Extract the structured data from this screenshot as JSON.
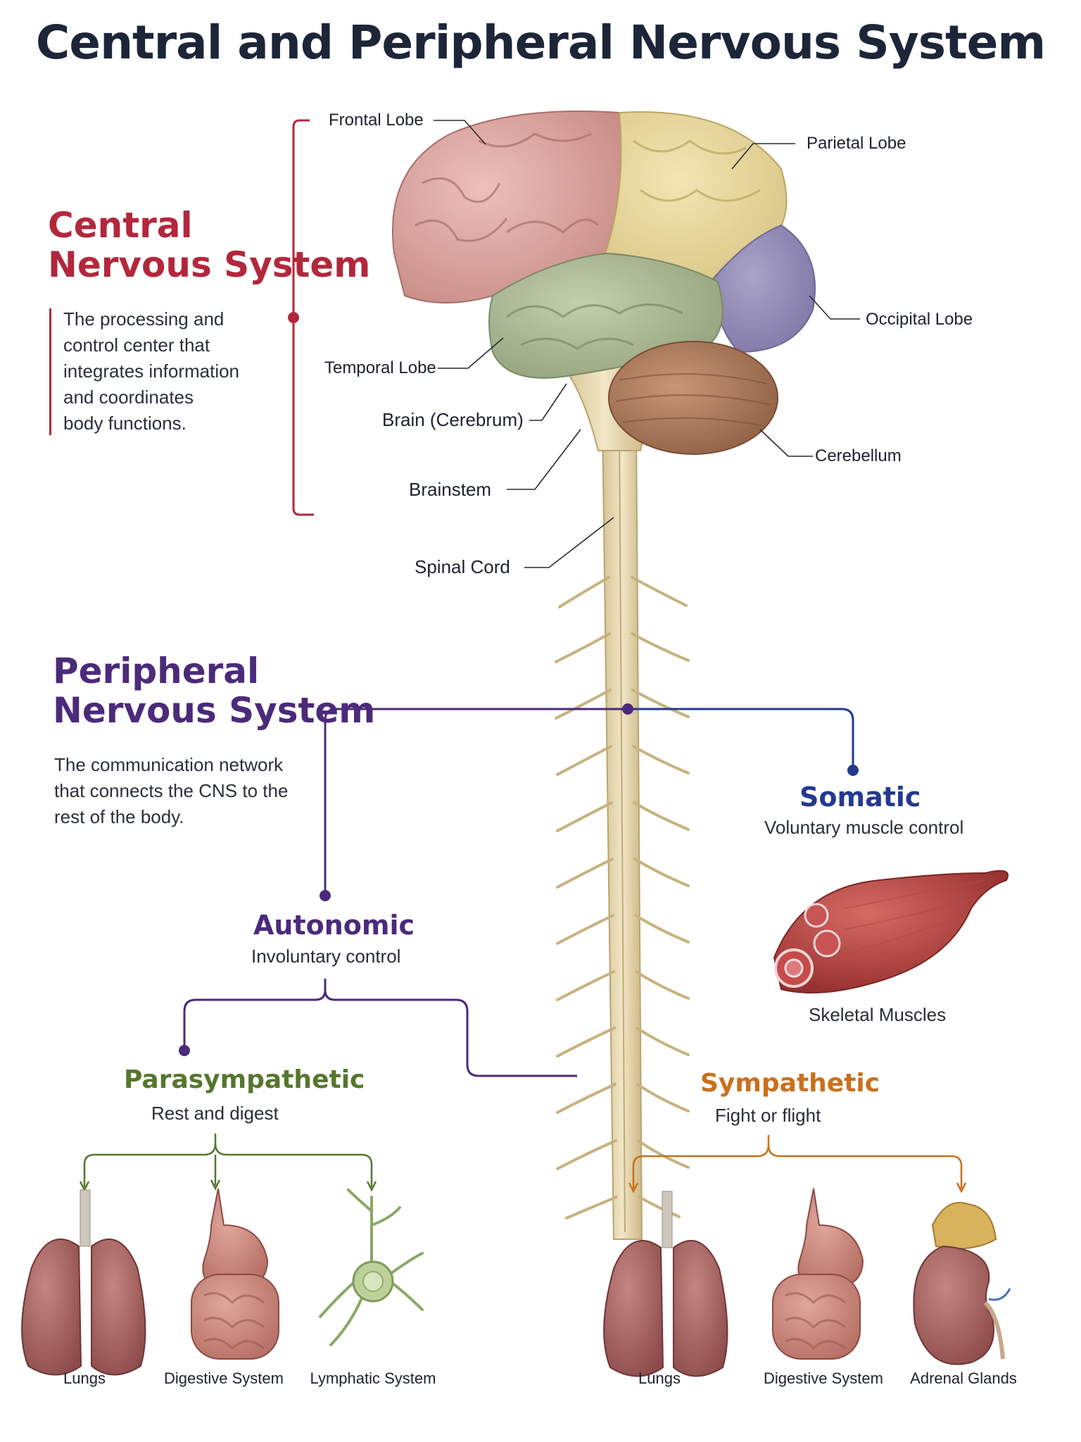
{
  "title": "Central and Peripheral Nervous System",
  "cns": {
    "title_line1": "Central",
    "title_line2": "Nervous System",
    "description_lines": [
      "The processing and",
      "control center that",
      "integrates information",
      "and coordinates",
      "body functions."
    ],
    "color": "#b3273c"
  },
  "pns": {
    "title_line1": "Peripheral",
    "title_line2": "Nervous System",
    "description_lines": [
      "The communication network",
      "that connects the CNS to the",
      "rest of the body."
    ],
    "color": "#4b2a7a"
  },
  "brain_labels": {
    "frontal": "Frontal Lobe",
    "parietal": "Parietal Lobe",
    "occipital": "Occipital Lobe",
    "temporal": "Temporal Lobe",
    "cerebrum": "Brain (Cerebrum)",
    "cerebellum": "Cerebellum",
    "brainstem": "Brainstem",
    "spinal_cord": "Spinal Cord"
  },
  "somatic": {
    "name": "Somatic",
    "desc": "Voluntary muscle control",
    "organ": "Skeletal Muscles",
    "color": "#233a8f"
  },
  "autonomic": {
    "name": "Autonomic",
    "desc": "Involuntary control",
    "color": "#4b2a7a"
  },
  "parasympathetic": {
    "name": "Parasympathetic",
    "desc": "Rest and digest",
    "color": "#56762e",
    "organs": [
      "Lungs",
      "Digestive System",
      "Lymphatic System"
    ]
  },
  "sympathetic": {
    "name": "Sympathetic",
    "desc": "Fight or flight",
    "color": "#c9701c",
    "organs": [
      "Lungs",
      "Digestive System",
      "Adrenal Glands"
    ]
  }
}
